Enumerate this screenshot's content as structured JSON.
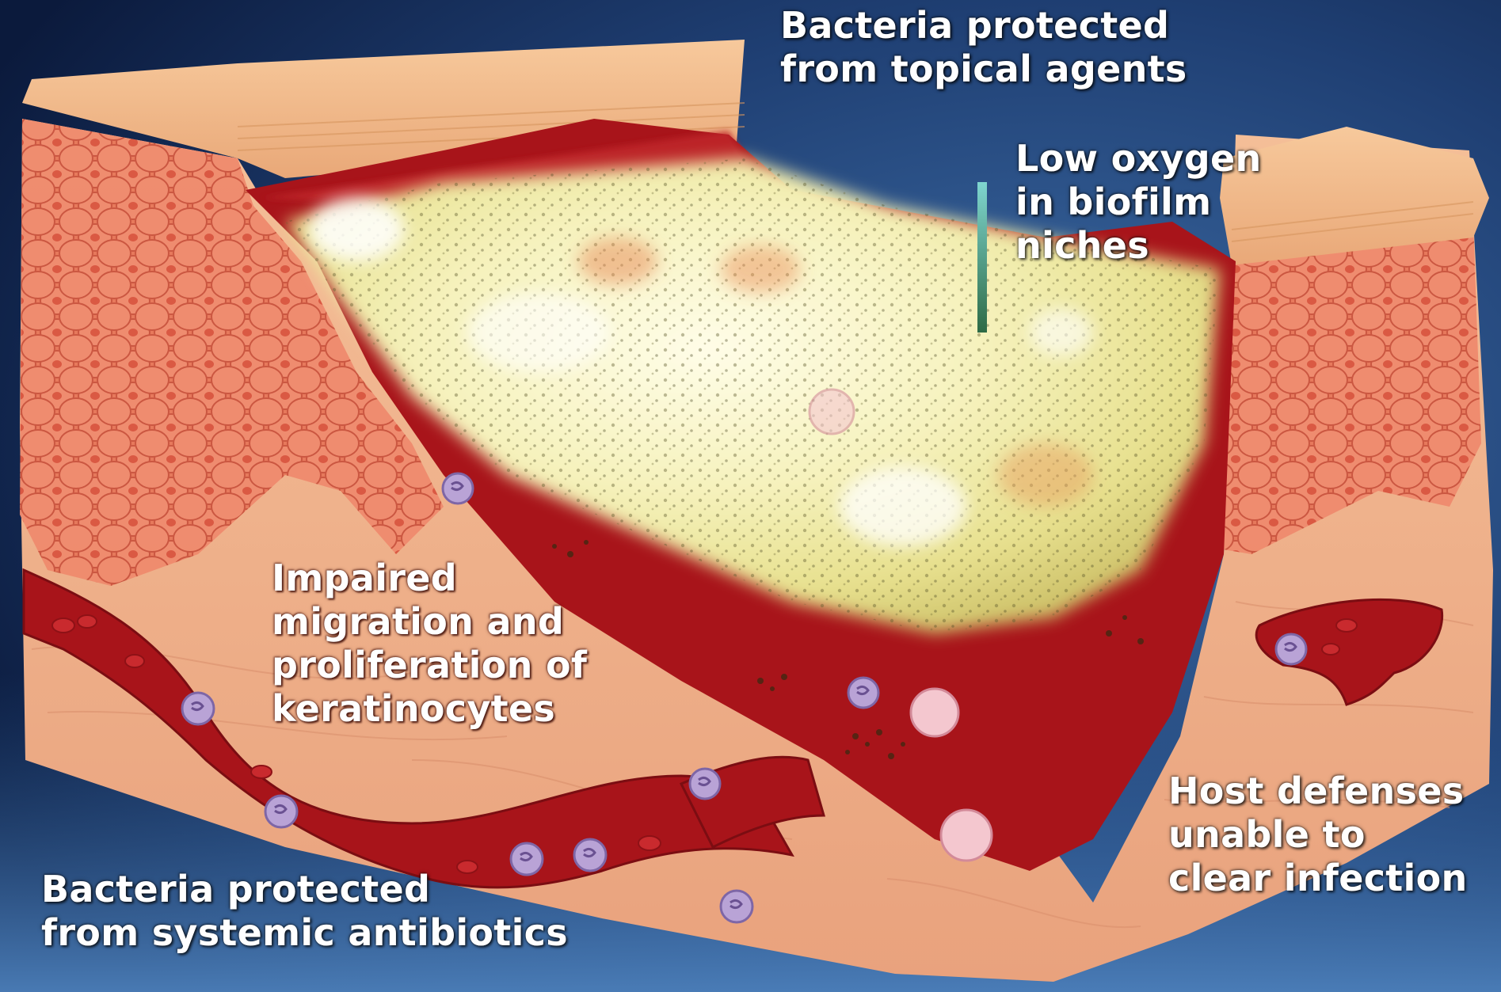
{
  "callouts": {
    "topical": {
      "lines": [
        "Bacteria protected",
        "from topical agents"
      ]
    },
    "oxygen": {
      "lines": [
        "Low oxygen",
        "in biofilm",
        "niches"
      ]
    },
    "keratinocytes": {
      "lines": [
        "Impaired",
        "migration and",
        "proliferation of",
        "keratinocytes"
      ]
    },
    "host_defenses": {
      "lines": [
        "Host defenses",
        "unable to",
        "clear infection"
      ]
    },
    "systemic": {
      "lines": [
        "Bacteria protected",
        "from systemic antibiotics"
      ]
    }
  },
  "colors": {
    "background_dark": "#0b1a3c",
    "background_light": "#3f6fa8",
    "skin_surface": "#f3b98a",
    "epidermis": "#e8775c",
    "dermis": "#f2b38e",
    "blood": "#a8141a",
    "biofilm": "#f3f0b8",
    "immune_cell": "#b9a3d6"
  }
}
